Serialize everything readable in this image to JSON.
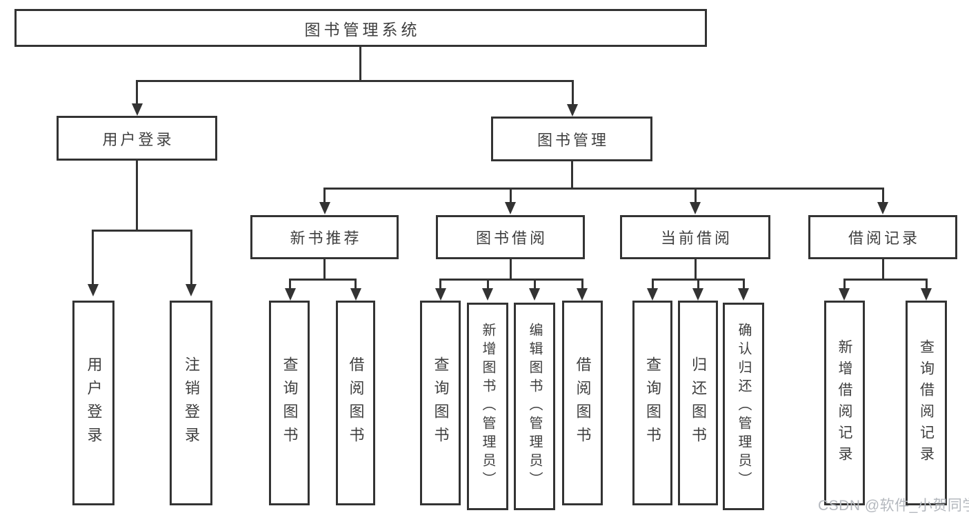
{
  "colors": {
    "line": "#333333",
    "node_border": "#333333",
    "text": "#3f3f3f",
    "watermark": "#b4b8be",
    "background": "#ffffff"
  },
  "watermark": {
    "text": "CSDN @软件_小贺同学"
  },
  "tree": {
    "root": {
      "label": "图书管理系统"
    },
    "branches": [
      {
        "label": "用户登录",
        "children": [
          {
            "label": "用户登录"
          },
          {
            "label": "注销登录"
          }
        ]
      },
      {
        "label": "图书管理",
        "groups": [
          {
            "label": "新书推荐",
            "children": [
              {
                "label": "查询图书"
              },
              {
                "label": "借阅图书"
              }
            ]
          },
          {
            "label": "图书借阅",
            "children": [
              {
                "label": "查询图书"
              },
              {
                "label": "新增图书（管理员）"
              },
              {
                "label": "编辑图书（管理员）"
              },
              {
                "label": "借阅图书"
              }
            ]
          },
          {
            "label": "当前借阅",
            "children": [
              {
                "label": "查询图书"
              },
              {
                "label": "归还图书"
              },
              {
                "label": "确认归还（管理员）"
              }
            ]
          },
          {
            "label": "借阅记录",
            "children": [
              {
                "label": "新增借阅记录"
              },
              {
                "label": "查询借阅记录"
              }
            ]
          }
        ]
      }
    ]
  }
}
